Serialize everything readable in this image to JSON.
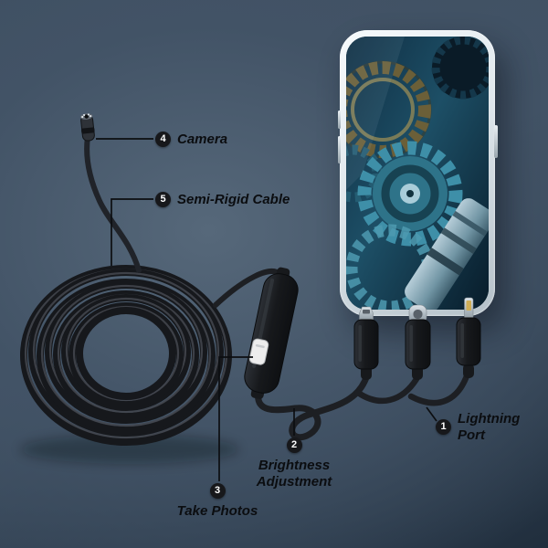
{
  "scene": {
    "colors": {
      "bg_light": "#56687a",
      "bg_mid": "#425366",
      "bg_dark": "#202e3d",
      "label_text": "#0b0d10",
      "badge_bg": "#17181b",
      "badge_text": "#ffffff",
      "cable_black": "#1d1f23",
      "connector_metal": "#aeb9c1",
      "phone_frame": "#dfe7ec",
      "screen_teal": "#3e8fa8"
    }
  },
  "callouts": {
    "camera": {
      "number": "4",
      "label": "Camera"
    },
    "semi_rigid_cable": {
      "number": "5",
      "label": "Semi-Rigid Cable"
    },
    "take_photos": {
      "number": "3",
      "label": "Take Photos"
    },
    "brightness": {
      "number": "2",
      "label": "Brightness Adjustment"
    },
    "lightning_port": {
      "number": "1",
      "label": "Lightning Port"
    }
  }
}
